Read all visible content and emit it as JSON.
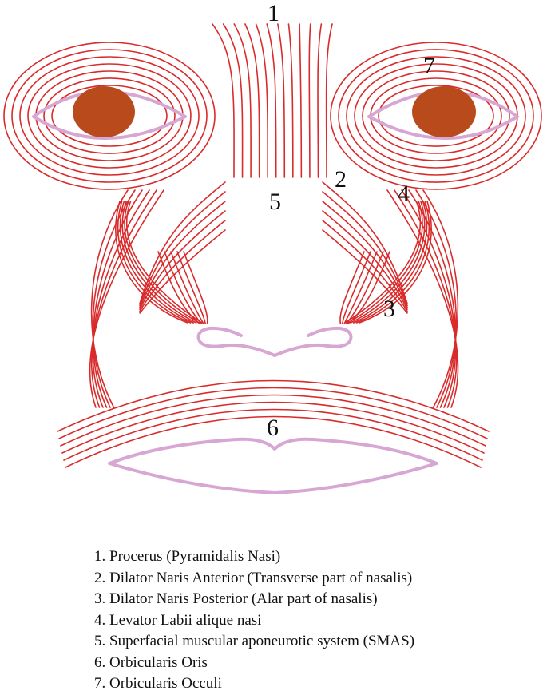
{
  "colors": {
    "muscle": "#d92b2b",
    "outline": "#d7a6d3",
    "iris": "#b84a1c",
    "text": "#111111",
    "background": "#ffffff"
  },
  "labels": {
    "n1": "1",
    "n2": "2",
    "n3": "3",
    "n4": "4",
    "n5": "5",
    "n6": "6",
    "n7": "7"
  },
  "legend": [
    "1. Procerus (Pyramidalis Nasi)",
    "2. Dilator Naris Anterior (Transverse part of nasalis)",
    "3. Dilator Naris Posterior (Alar part of nasalis)",
    "4. Levator Labii alique nasi",
    "5. Superfacial muscular aponeurotic system (SMAS)",
    "6. Orbicularis Oris",
    "7. Orbicularis Occuli"
  ]
}
